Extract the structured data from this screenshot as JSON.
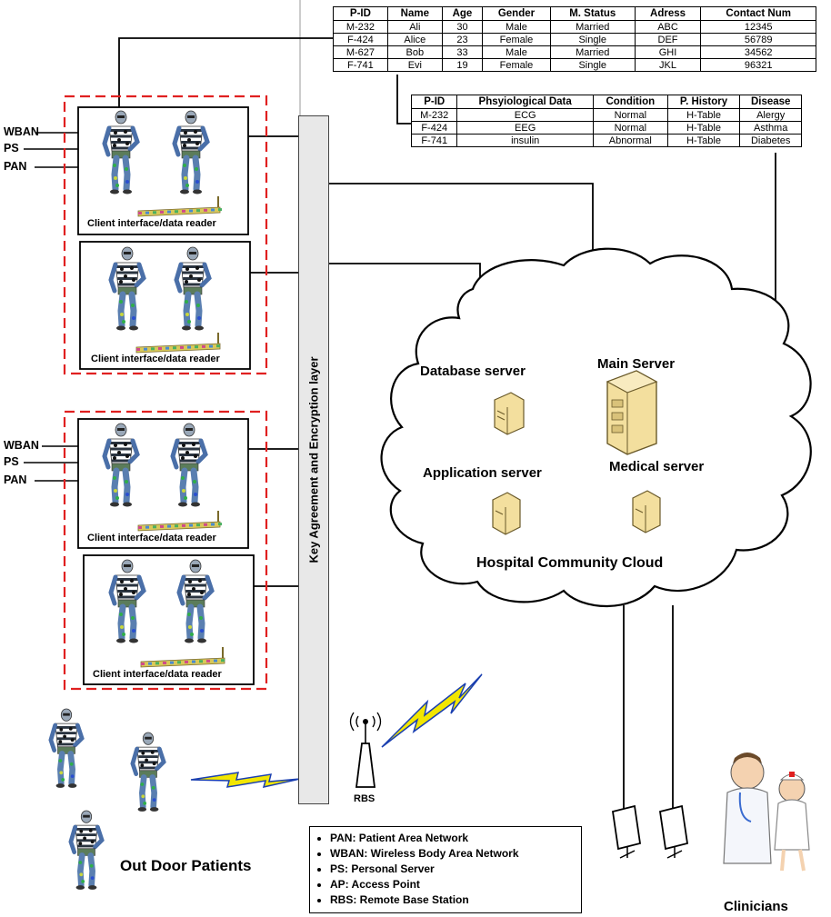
{
  "patient_table": {
    "headers": [
      "P-ID",
      "Name",
      "Age",
      "Gender",
      "M. Status",
      "Adress",
      "Contact Num"
    ],
    "rows": [
      [
        "M-232",
        "Ali",
        "30",
        "Male",
        "Married",
        "ABC",
        "12345"
      ],
      [
        "F-424",
        "Alice",
        "23",
        "Female",
        "Single",
        "DEF",
        "56789"
      ],
      [
        "M-627",
        "Bob",
        "33",
        "Male",
        "Married",
        "GHI",
        "34562"
      ],
      [
        "F-741",
        "Evi",
        "19",
        "Female",
        "Single",
        "JKL",
        "96321"
      ]
    ]
  },
  "medical_table": {
    "headers": [
      "P-ID",
      "Phsyiological Data",
      "Condition",
      "P. History",
      "Disease"
    ],
    "rows": [
      [
        "M-232",
        "ECG",
        "Normal",
        "H-Table",
        "Alergy"
      ],
      [
        "F-424",
        "EEG",
        "Normal",
        "H-Table",
        "Asthma"
      ],
      [
        "F-741",
        "insulin",
        "Abnormal",
        "H-Table",
        "Diabetes"
      ]
    ]
  },
  "network_labels": {
    "wban": "WBAN",
    "ps": "PS",
    "pan": "PAN"
  },
  "client_label": "Client interface/data reader",
  "layer_label": "Key Agreement and Encryption layer",
  "servers": {
    "database": "Database server",
    "main": "Main Server",
    "application": "Application server",
    "medical": "Medical server"
  },
  "cloud_label": "Hospital Community Cloud",
  "rbs_label": "RBS",
  "outdoor_label": "Out Door Patients",
  "clinicians_label": "Clinicians",
  "legend": [
    "PAN: Patient Area Network",
    "WBAN: Wireless Body Area Network",
    "PS: Personal Server",
    "AP: Access Point",
    "RBS: Remote Base Station"
  ],
  "colors": {
    "group_border": "#e02020",
    "lightning": "#f2e600",
    "lightning_outline": "#1a3fb0",
    "server": "#f3df9e"
  }
}
